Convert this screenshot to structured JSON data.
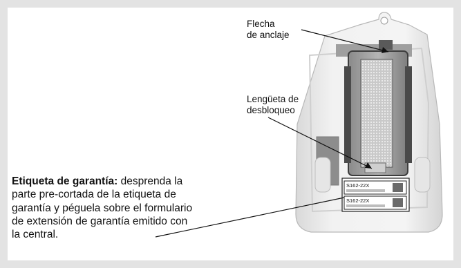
{
  "callouts": {
    "anchor_arrow": [
      "Flecha",
      "de anclaje"
    ],
    "release_tab": [
      "Lengüeta de",
      "desbloqueo"
    ]
  },
  "warranty_label": {
    "heading": "Etiqueta de garantía:",
    "text": " desprenda la parte pre-cortada de la etiqueta de garantía y péguela sobre el formulario de extensión de garantía emitido con la central.",
    "codes": [
      "S162-22X",
      "S162-22X"
    ]
  },
  "colors": {
    "background": "#e3e3e3",
    "panel": "#ffffff",
    "text": "#111111"
  }
}
